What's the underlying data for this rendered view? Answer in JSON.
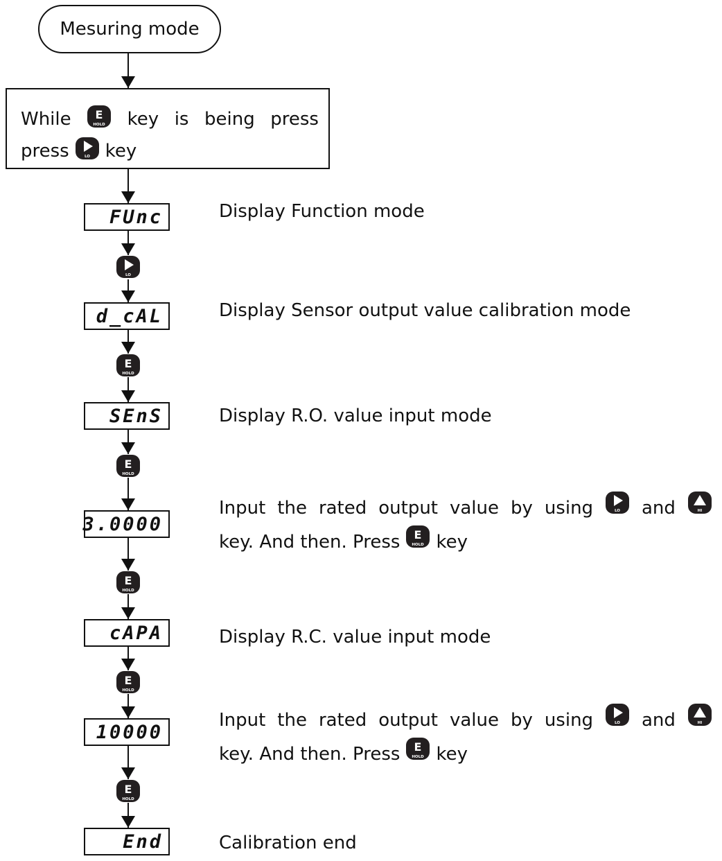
{
  "start": {
    "label": "Mesuring mode"
  },
  "instruction": {
    "line1": [
      "While",
      "key",
      "is",
      "being",
      "press"
    ],
    "line2_pre": "press",
    "line2_post": "key"
  },
  "keys": {
    "e_key": {
      "letter": "E",
      "sub": "HOLD",
      "icon": "e-hold-key-icon"
    },
    "lo_key": {
      "letter": "",
      "sub": "LO",
      "icon": "right-lo-key-icon"
    },
    "hi_key": {
      "letter": "",
      "sub": "HI",
      "icon": "up-hi-key-icon"
    },
    "color": "#231f20"
  },
  "steps": [
    {
      "display": "FUnc",
      "text": "Display Function mode"
    },
    {
      "display": "d_cAL",
      "text": "Display Sensor output value calibration mode"
    },
    {
      "display": "SEnS",
      "text": "Display R.O. value input mode"
    },
    {
      "display": "3.0000",
      "line1": [
        "Input",
        "the",
        "rated",
        "output",
        "value",
        "by",
        "using",
        "and"
      ],
      "line2_pre": "key. And then. Press",
      "line2_post": "key"
    },
    {
      "display": "cAPA",
      "text": "Display R.C. value input mode"
    },
    {
      "display": "10000",
      "line1": [
        "Input",
        "the",
        "rated",
        "output",
        "value",
        "by",
        "using",
        "and"
      ],
      "line2_pre": "key. And then. Press",
      "line2_post": "key"
    },
    {
      "display": "End",
      "text": "Calibration end"
    }
  ]
}
